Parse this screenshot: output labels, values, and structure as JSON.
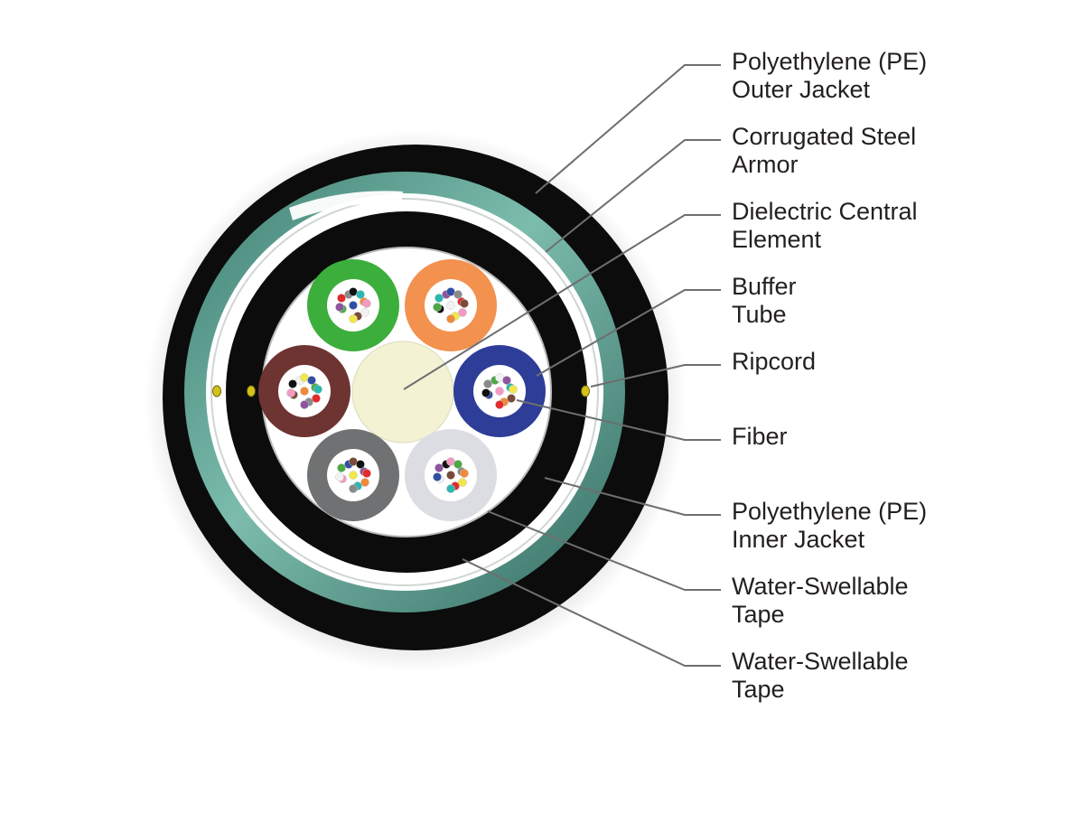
{
  "labels": [
    {
      "id": "outer-jacket",
      "lines": [
        "Polyethylene (PE)",
        "Outer Jacket"
      ]
    },
    {
      "id": "steel-armor",
      "lines": [
        "Corrugated Steel",
        "Armor"
      ]
    },
    {
      "id": "central-element",
      "lines": [
        "Dielectric Central",
        "Element"
      ]
    },
    {
      "id": "buffer-tube",
      "lines": [
        "Buffer",
        "Tube"
      ]
    },
    {
      "id": "ripcord",
      "lines": [
        "Ripcord"
      ]
    },
    {
      "id": "fiber",
      "lines": [
        "Fiber"
      ]
    },
    {
      "id": "inner-jacket",
      "lines": [
        "Polyethylene (PE)",
        "Inner Jacket"
      ]
    },
    {
      "id": "water-tape-1",
      "lines": [
        "Water-Swellable",
        "Tape"
      ]
    },
    {
      "id": "water-tape-2",
      "lines": [
        "Water-Swellable",
        "Tape"
      ]
    }
  ],
  "colors": {
    "outer_jacket": "#0c0c0c",
    "steel_armor": "#5a9e90",
    "inner_jacket": "#0c0c0c",
    "core_fill": "#ffffff",
    "central_element": "#f3f3d4",
    "leader_line": "#6d6e71",
    "ripcord": "#d4c21a"
  },
  "buffer_tubes": [
    {
      "name": "green",
      "color": "#3cae3c"
    },
    {
      "name": "orange",
      "color": "#f3914f"
    },
    {
      "name": "blue",
      "color": "#2e3d98"
    },
    {
      "name": "white",
      "color": "#dcdde2"
    },
    {
      "name": "slate",
      "color": "#707172"
    },
    {
      "name": "brown",
      "color": "#6e3432"
    }
  ],
  "fiber_colors": [
    "#2f4ea5",
    "#ef8a3a",
    "#4caa45",
    "#7a4a3a",
    "#8a8a8a",
    "#f2f2f2",
    "#e42a2a",
    "#111111",
    "#f0e84a",
    "#8e54a0",
    "#f29ac2",
    "#2bb8b0"
  ]
}
